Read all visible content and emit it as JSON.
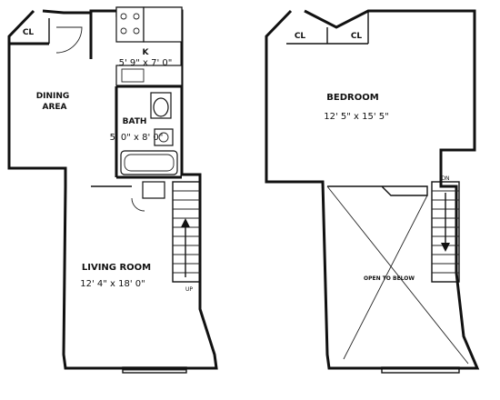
{
  "lower_level": {
    "closet": "CL",
    "kitchen_name": "K",
    "kitchen_dims": "5' 9\" x 7' 0\"",
    "dining_line1": "DINING",
    "dining_line2": "AREA",
    "bath_name": "BATH",
    "bath_dims": "5' 0\" x 8' 0\"",
    "living_name": "LIVING ROOM",
    "living_dims": "12' 4\" x 18' 0\"",
    "stair_label": "UP"
  },
  "upper_level": {
    "closet_a": "CL",
    "closet_b": "CL",
    "bedroom_name": "BEDROOM",
    "bedroom_dims": "12' 5\" x 15' 5\"",
    "open_label": "OPEN TO BELOW",
    "stair_label": "DN"
  }
}
